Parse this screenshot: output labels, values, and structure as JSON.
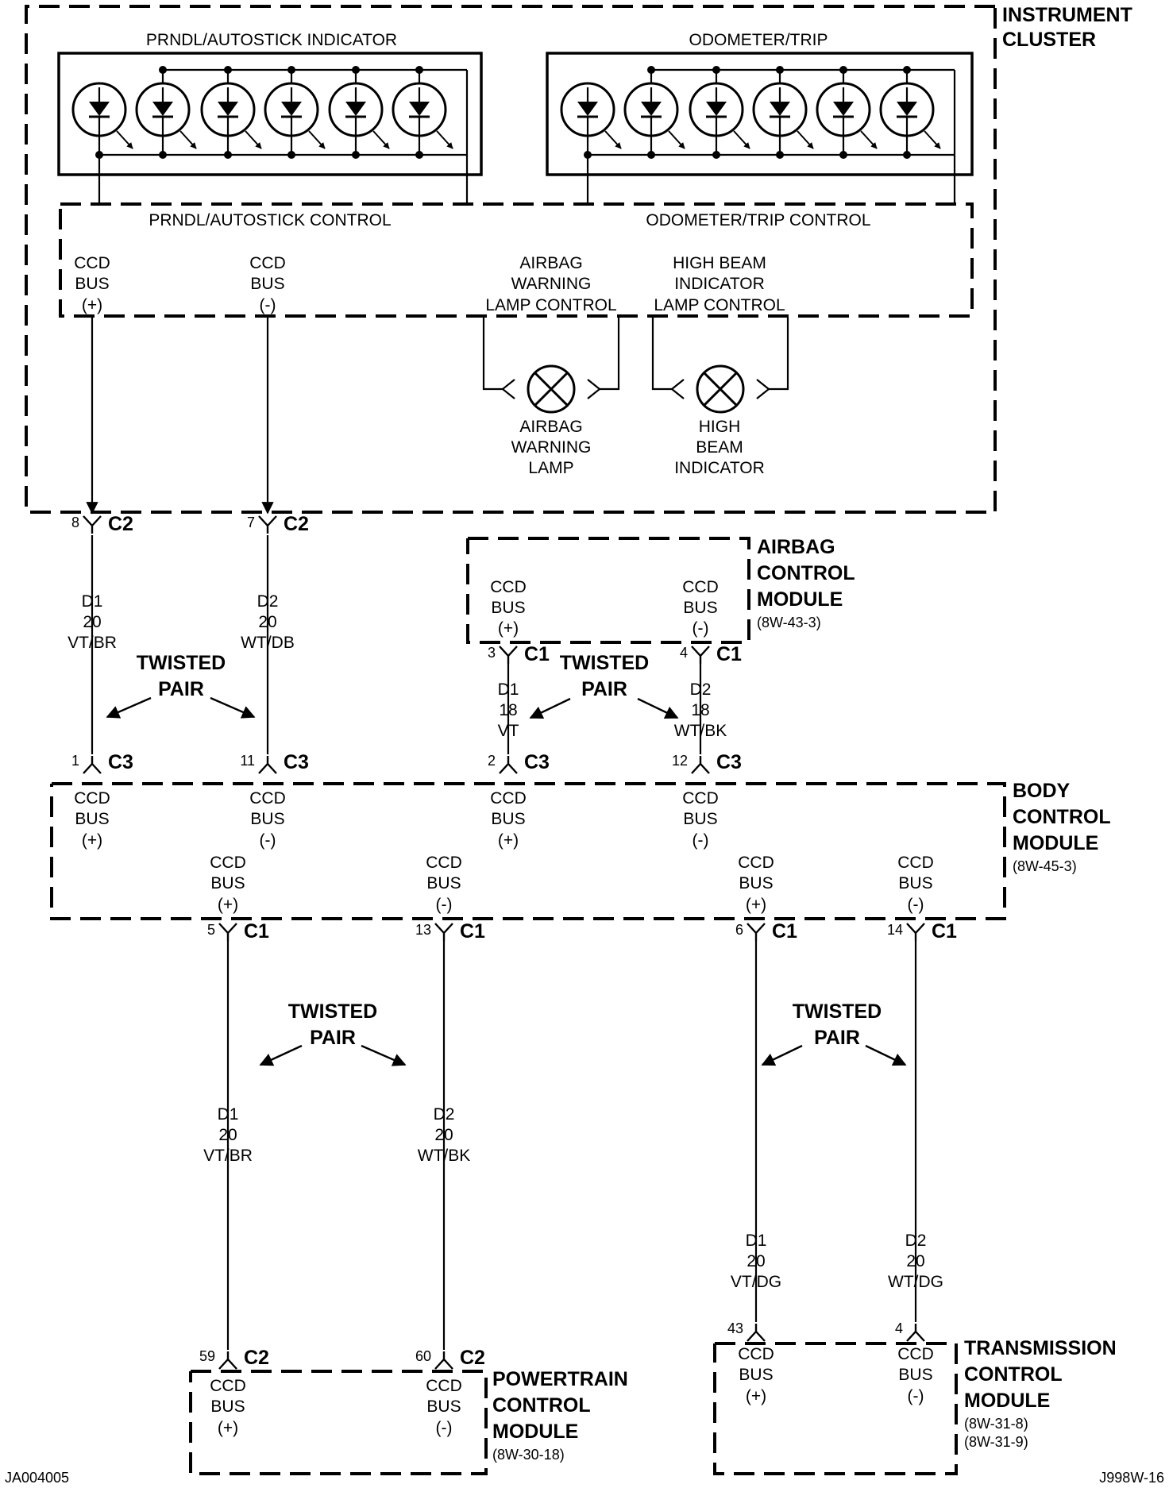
{
  "modules": {
    "instrument_cluster": {
      "line1": "INSTRUMENT",
      "line2": "CLUSTER"
    },
    "airbag_control_module": {
      "line1": "AIRBAG",
      "line2": "CONTROL",
      "line3": "MODULE",
      "ref": "(8W-43-3)"
    },
    "body_control_module": {
      "line1": "BODY",
      "line2": "CONTROL",
      "line3": "MODULE",
      "ref": "(8W-45-3)"
    },
    "powertrain_control_module": {
      "line1": "POWERTRAIN",
      "line2": "CONTROL",
      "line3": "MODULE",
      "ref": "(8W-30-18)"
    },
    "transmission_control_module": {
      "line1": "TRANSMISSION",
      "line2": "CONTROL",
      "line3": "MODULE",
      "ref1": "(8W-31-8)",
      "ref2": "(8W-31-9)"
    }
  },
  "cluster": {
    "prndl_indicator": "PRNDL/AUTOSTICK INDICATOR",
    "odometer_trip": "ODOMETER/TRIP",
    "prndl_control": "PRNDL/AUTOSTICK CONTROL",
    "odometer_control": "ODOMETER/TRIP CONTROL",
    "airbag_lamp_control": [
      "AIRBAG",
      "WARNING",
      "LAMP CONTROL"
    ],
    "highbeam_lamp_control": [
      "HIGH BEAM",
      "INDICATOR",
      "LAMP CONTROL"
    ],
    "airbag_lamp": [
      "AIRBAG",
      "WARNING",
      "LAMP"
    ],
    "highbeam_lamp": [
      "HIGH",
      "BEAM",
      "INDICATOR"
    ]
  },
  "bus": {
    "l1": "CCD",
    "l2": "BUS",
    "plus": "(+)",
    "minus": "(-)"
  },
  "twisted": {
    "l1": "TWISTED",
    "l2": "PAIR"
  },
  "connectors": {
    "ic_8": {
      "pin": "8",
      "conn": "C2"
    },
    "ic_7": {
      "pin": "7",
      "conn": "C2"
    },
    "acm_3": {
      "pin": "3",
      "conn": "C1"
    },
    "acm_4": {
      "pin": "4",
      "conn": "C1"
    },
    "bcm_1": {
      "pin": "1",
      "conn": "C3"
    },
    "bcm_11": {
      "pin": "11",
      "conn": "C3"
    },
    "bcm_2": {
      "pin": "2",
      "conn": "C3"
    },
    "bcm_12": {
      "pin": "12",
      "conn": "C3"
    },
    "bcm_5": {
      "pin": "5",
      "conn": "C1"
    },
    "bcm_13": {
      "pin": "13",
      "conn": "C1"
    },
    "bcm_6": {
      "pin": "6",
      "conn": "C1"
    },
    "bcm_14": {
      "pin": "14",
      "conn": "C1"
    },
    "pcm_59": {
      "pin": "59",
      "conn": "C2"
    },
    "pcm_60": {
      "pin": "60",
      "conn": "C2"
    },
    "tcm_43": {
      "pin": "43",
      "conn": ""
    },
    "tcm_4": {
      "pin": "4",
      "conn": ""
    }
  },
  "wires": {
    "w1": [
      "D1",
      "20",
      "VT/BR"
    ],
    "w2": [
      "D2",
      "20",
      "WT/DB"
    ],
    "w3": [
      "D1",
      "18",
      "VT"
    ],
    "w4": [
      "D2",
      "18",
      "WT/BK"
    ],
    "w5": [
      "D1",
      "20",
      "VT/BR"
    ],
    "w6": [
      "D2",
      "20",
      "WT/BK"
    ],
    "w7": [
      "D1",
      "20",
      "VT/DG"
    ],
    "w8": [
      "D2",
      "20",
      "WT/DG"
    ]
  },
  "footer": {
    "left": "JA004005",
    "right": "J998W-16"
  }
}
